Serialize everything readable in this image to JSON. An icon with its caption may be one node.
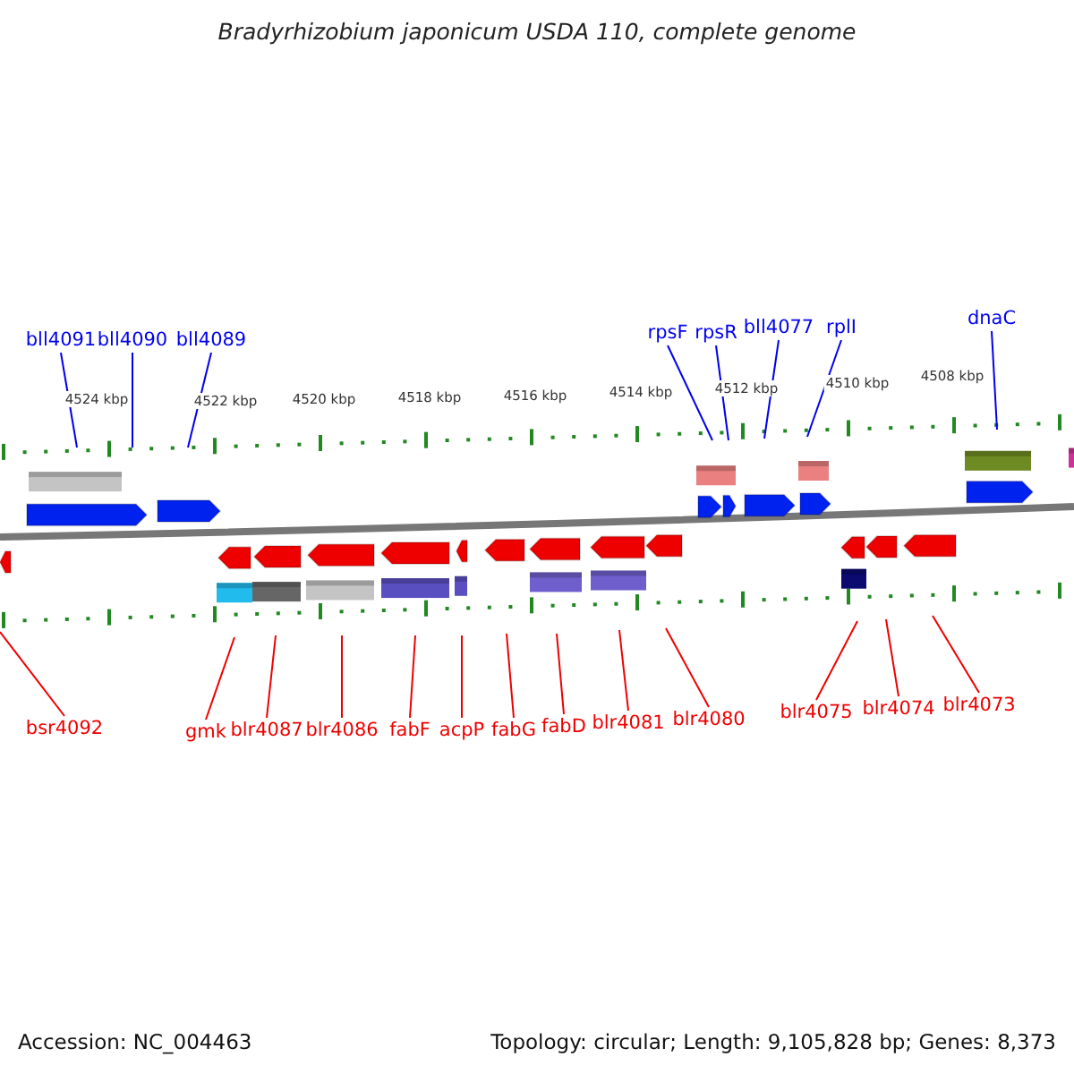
{
  "diagram": {
    "title": "Bradyrhizobium japonicum USDA 110, complete genome",
    "nodes": [
      {
        "text": [
          "bll4091"
        ]
      },
      {
        "text": [
          "bll4090"
        ]
      },
      {
        "text": [
          "bll4089"
        ]
      },
      {
        "text": [
          "rpsF"
        ]
      },
      {
        "text": [
          "rpsR"
        ]
      },
      {
        "text": [
          "bll4077"
        ]
      },
      {
        "text": [
          "rplI"
        ]
      },
      {
        "text": [
          "dnaC"
        ]
      },
      {
        "text": [
          "bsr4092"
        ]
      },
      {
        "text": [
          "gmk"
        ]
      },
      {
        "text": [
          "blr4087"
        ]
      },
      {
        "text": [
          "blr4086"
        ]
      },
      {
        "text": [
          "fabF"
        ]
      },
      {
        "text": [
          "acpP"
        ]
      },
      {
        "text": [
          "fabG"
        ]
      },
      {
        "text": [
          "fabD"
        ]
      },
      {
        "text": [
          "blr4081"
        ]
      },
      {
        "text": [
          "blr4080"
        ]
      },
      {
        "text": [
          "blr4075"
        ]
      },
      {
        "text": [
          "blr4074"
        ]
      },
      {
        "text": [
          "blr4073"
        ]
      }
    ],
    "edges": [
      {
        "from": 0,
        "to": null,
        "arrow": "none",
        "color": "#0000ee"
      },
      {
        "from": 1,
        "to": null,
        "arrow": "none",
        "color": "#0000ee"
      },
      {
        "from": 2,
        "to": null,
        "arrow": "none",
        "color": "#0000ee"
      },
      {
        "from": 3,
        "to": null,
        "arrow": "none",
        "color": "#0000ee"
      },
      {
        "from": 4,
        "to": null,
        "arrow": "none",
        "color": "#0000ee"
      },
      {
        "from": 5,
        "to": null,
        "arrow": "none",
        "color": "#0000ee"
      },
      {
        "from": 6,
        "to": null,
        "arrow": "none",
        "color": "#0000ee"
      },
      {
        "from": 7,
        "to": null,
        "arrow": "none",
        "color": "#0000ee"
      },
      {
        "from": 8,
        "to": null,
        "arrow": "none"
      },
      {
        "from": 9,
        "to": null,
        "arrow": "none"
      },
      {
        "from": 10,
        "to": null,
        "arrow": "none"
      },
      {
        "from": 11,
        "to": null,
        "arrow": "none"
      },
      {
        "from": 12,
        "to": null,
        "arrow": "none"
      },
      {
        "from": 13,
        "to": null,
        "arrow": "none"
      },
      {
        "from": 14,
        "to": null,
        "arrow": "none"
      },
      {
        "from": 15,
        "to": null,
        "arrow": "none"
      },
      {
        "from": 16,
        "to": null,
        "arrow": "none"
      },
      {
        "from": 17,
        "to": null,
        "arrow": "none"
      },
      {
        "from": 18,
        "to": null,
        "arrow": "none"
      },
      {
        "from": 19,
        "to": null,
        "arrow": "none"
      },
      {
        "from": 20,
        "to": null,
        "arrow": "none"
      }
    ],
    "labels": [
      "4524 kbp",
      "4522 kbp",
      "4520 kbp",
      "4518 kbp",
      "4516 kbp",
      "4514 kbp",
      "4512 kbp",
      "4510 kbp",
      "4508 kbp",
      "Accession: NC_004463",
      "Topology: circular; Length: 9,105,828 bp; Genes: 8,373"
    ]
  }
}
